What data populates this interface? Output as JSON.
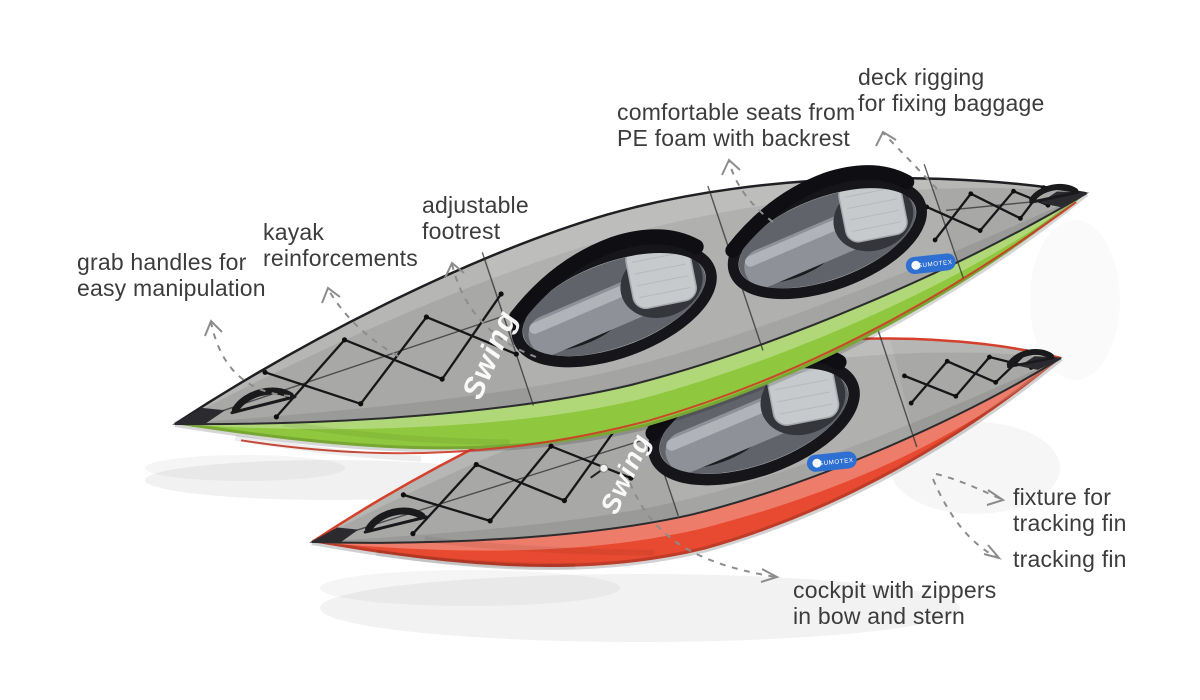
{
  "page": {
    "background": "#ffffff"
  },
  "colors": {
    "text": "#3c3c3c",
    "arrow": "#8c8c8c",
    "deck_gray": "#a8a8a6",
    "green_hull": "#8fc83e",
    "red_hull": "#e84a31",
    "badge_blue": "#2e6fd2",
    "rim_black": "#16161a",
    "seam_red": "#cf3a26"
  },
  "labels": {
    "grab_handles": {
      "line1": "grab handles for",
      "line2": "easy manipulation"
    },
    "kayak_reinforcements": {
      "line1": "kayak",
      "line2": "reinforcements"
    },
    "adjustable_footrest": {
      "line1": "adjustable",
      "line2": "footrest"
    },
    "comfortable_seats": {
      "line1": "comfortable seats from",
      "line2": "PE foam with backrest"
    },
    "deck_rigging": {
      "line1": "deck rigging",
      "line2": "for fixing baggage"
    },
    "fixture_tracking_fin": {
      "line1": "fixture for",
      "line2": "tracking fin"
    },
    "tracking_fin": {
      "line1": "tracking fin"
    },
    "cockpit_zippers": {
      "line1": "cockpit with zippers",
      "line2": "in bow and stern"
    }
  },
  "kayaks": {
    "green": {
      "brand_logo": "Swing",
      "badge_text": "GUMOTEX",
      "hull_color": "#8fc83e"
    },
    "red": {
      "brand_logo": "Swing",
      "badge_text": "GUMOTEX",
      "hull_color": "#e84a31"
    }
  }
}
